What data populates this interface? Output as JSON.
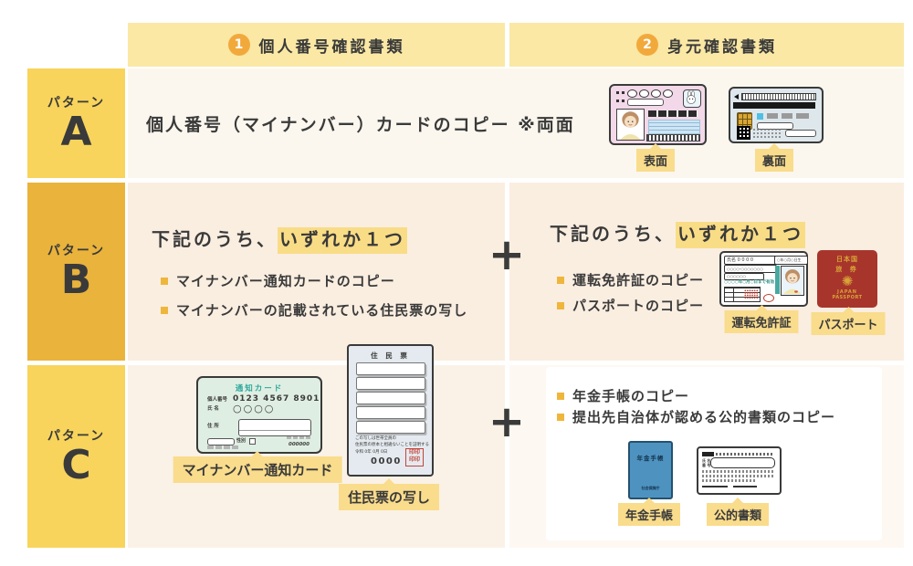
{
  "colors": {
    "header_bg": "#FAE8A4",
    "number_circle": "#F2A93C",
    "sidebar_light": "#F8D45C",
    "sidebar_dark": "#E9B33C",
    "row_a_bg": "#FBF7EE",
    "row_b_bg": "#FAEEE1",
    "row_c_left_bg": "#FAF2E7",
    "row_c_right_bg": "#FDF9F2",
    "highlight": "#F9DC86",
    "tag_bg": "#F9DC8C",
    "bullet": "#EFB63C",
    "text": "#3a3a3a",
    "passport_red": "#A8352C",
    "pension_blue": "#4E93C0"
  },
  "header": {
    "items": [
      {
        "number": "1",
        "title": "個人番号確認書類"
      },
      {
        "number": "2",
        "title": "身元確認書類"
      }
    ]
  },
  "sidebar": {
    "pattern_label": "パターン",
    "letters": [
      "A",
      "B",
      "C"
    ]
  },
  "plus": "+",
  "row_a": {
    "text": "個人番号（マイナンバー）カードのコピー ※両面",
    "front_label": "表面",
    "back_label": "裏面"
  },
  "choose_title": {
    "prefix": "下記のうち、",
    "highlight": "いずれか１つ"
  },
  "row_b": {
    "left": {
      "bullets": [
        "マイナンバー通知カードのコピー",
        "マイナンバーの記載されている住民票の写し"
      ]
    },
    "right": {
      "bullets": [
        "運転免許証のコピー",
        "パスポートのコピー"
      ],
      "license_label": "運転免許証",
      "passport_label": "パスポート"
    }
  },
  "row_c": {
    "left": {
      "notice_label": "マイナンバー通知カード",
      "juminhyo_label": "住民票の写し"
    },
    "right": {
      "bullets": [
        "年金手帳のコピー",
        "提出先自治体が認める公的書類のコピー"
      ],
      "pension_label": "年金手帳",
      "public_label": "公的書類"
    }
  },
  "artwork": {
    "notice_card": {
      "title": "通知カード",
      "number_label": "個人番号",
      "number": "0123 4567 8901",
      "name_label": "氏 名",
      "name_value": "○○○○",
      "address_label": "住 所",
      "gender_label": "性別",
      "serial": "000000"
    },
    "juminhyo": {
      "title": "住 民 票",
      "note1": "この写しは世帯全員の",
      "note2": "住民票の原本と相違ないことを証明する",
      "date": "令和 0年 0月 0日",
      "circles": "0000",
      "stamp_row": "印印"
    },
    "passport": {
      "country": "日本国",
      "word": "旅 券",
      "emblem": "✺",
      "en1": "JAPAN",
      "en2": "PASSPORT"
    },
    "pension": {
      "title": "年金手帳",
      "footer": "社会保険庁"
    },
    "license": {
      "r1": "氏名 0 0 0 0",
      "r1c": "○年○月○日生",
      "r2": "○○○○-○○○○○○○",
      "r3": "○○○○○○",
      "valid": "○○○○年○月○日まで有効"
    },
    "public_doc": {
      "f1": "氏 名",
      "f2": "番 号"
    }
  }
}
